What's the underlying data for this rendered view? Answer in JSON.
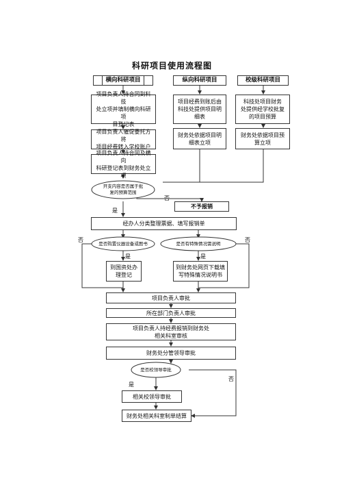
{
  "title": "科研项目使用流程图",
  "columns": {
    "horizontal": "横向科研项目",
    "vertical": "纵向科研项目",
    "school": "校级科研项目"
  },
  "steps": {
    "h1": "项目负责人持合同到科技\n处立项并填制横向科研项\n目登记表",
    "h2": "项目负责人催促委托方将\n项目经费转入学校账户",
    "h3": "项目负责人持合同及横向\n科研登记表到财务处立项",
    "v1": "项目经费到账后由\n科技处提供项目明\n细表",
    "v2": "财务处依据项目明\n细表立项",
    "s1": "科技处项目财务\n处提供经学校批复\n的项目预算",
    "s2": "财务处依据项目预\n算立项",
    "decision1": "开支内容是否属于批\n复的预算范围",
    "reject": "不予报销",
    "prepare": "经办人分类整理票据、填写报销单",
    "decision2": "是否购置仪器设备或图书",
    "decision3": "是否有特殊情况需说明",
    "asset": "到国资处办\n理登记",
    "special": "到财务处网页下载填\n写特殊情况说明书",
    "approve_leader": "项目负责人审批",
    "approve_dept": "所在部门负责人审批",
    "audit": "项目负责人持经费报销到财务处\n相关科室审核",
    "approve_finance": "财务处分管领导审批",
    "decision4": "是否校领导审批",
    "approve_school": "相关校领导审批",
    "settle": "财务处相关科室制单结算"
  },
  "labels": {
    "yes": "是",
    "no": "否"
  }
}
